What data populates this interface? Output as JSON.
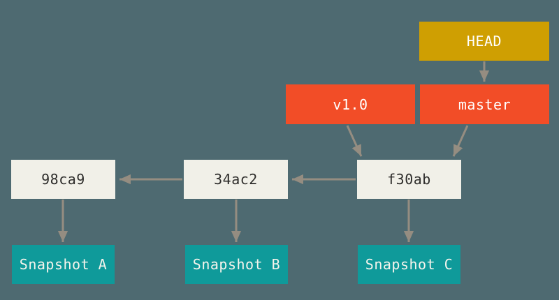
{
  "diagram": {
    "description": "Git commits with branch, tag and HEAD pointers and their snapshots",
    "background_color": "#4e6a71",
    "arrow_color": "#958d81"
  },
  "nodes": {
    "head": {
      "label": "HEAD",
      "type": "head-pointer",
      "bg": "#cf9f02",
      "fg": "#ffffff"
    },
    "master": {
      "label": "master",
      "type": "branch",
      "bg": "#f24d27",
      "fg": "#ffffff"
    },
    "v1_0": {
      "label": "v1.0",
      "type": "tag",
      "bg": "#f24d27",
      "fg": "#ffffff"
    },
    "commit_98ca9": {
      "label": "98ca9",
      "type": "commit",
      "bg": "#f1f0e8",
      "fg": "#2e2d2b"
    },
    "commit_34ac2": {
      "label": "34ac2",
      "type": "commit",
      "bg": "#f1f0e8",
      "fg": "#2e2d2b"
    },
    "commit_f30ab": {
      "label": "f30ab",
      "type": "commit",
      "bg": "#f1f0e8",
      "fg": "#2e2d2b"
    },
    "snapshot_a": {
      "label": "Snapshot A",
      "type": "snapshot",
      "bg": "#0f9a9a",
      "fg": "#f5f4ec"
    },
    "snapshot_b": {
      "label": "Snapshot B",
      "type": "snapshot",
      "bg": "#0f9a9a",
      "fg": "#f5f4ec"
    },
    "snapshot_c": {
      "label": "Snapshot C",
      "type": "snapshot",
      "bg": "#0f9a9a",
      "fg": "#f5f4ec"
    }
  },
  "edges": [
    {
      "from": "HEAD",
      "to": "master"
    },
    {
      "from": "v1.0",
      "to": "f30ab"
    },
    {
      "from": "master",
      "to": "f30ab"
    },
    {
      "from": "f30ab",
      "to": "34ac2"
    },
    {
      "from": "34ac2",
      "to": "98ca9"
    },
    {
      "from": "98ca9",
      "to": "Snapshot A"
    },
    {
      "from": "34ac2",
      "to": "Snapshot B"
    },
    {
      "from": "f30ab",
      "to": "Snapshot C"
    }
  ]
}
